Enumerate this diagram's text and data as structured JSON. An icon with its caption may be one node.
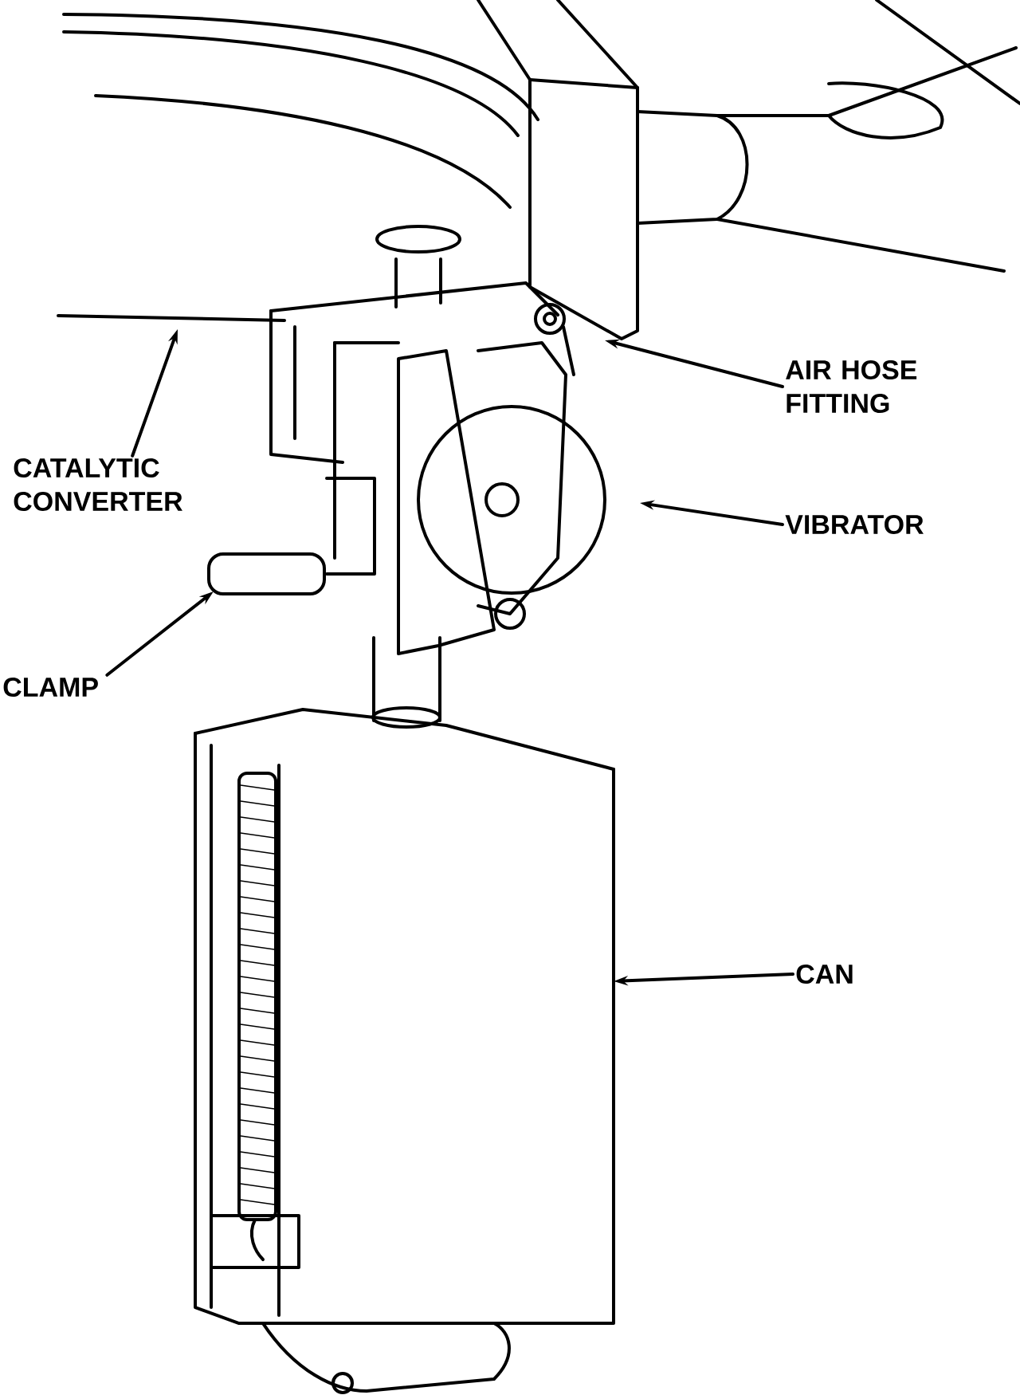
{
  "diagram": {
    "nodes": [
      {
        "text": [
          "CATALYTIC CONVERTER"
        ]
      },
      {
        "text": [
          "AIR HOSE FITTING"
        ]
      },
      {
        "text": [
          "VIBRATOR"
        ]
      },
      {
        "text": [
          "CLAMP"
        ]
      },
      {
        "text": [
          "CAN"
        ]
      }
    ],
    "edges": [
      {
        "from": 0,
        "to": null,
        "arrow": "to"
      },
      {
        "from": 1,
        "to": null,
        "arrow": "to"
      },
      {
        "from": 2,
        "to": null,
        "arrow": "to"
      },
      {
        "from": 3,
        "to": null,
        "arrow": "to"
      },
      {
        "from": 4,
        "to": null,
        "arrow": "to"
      }
    ]
  }
}
